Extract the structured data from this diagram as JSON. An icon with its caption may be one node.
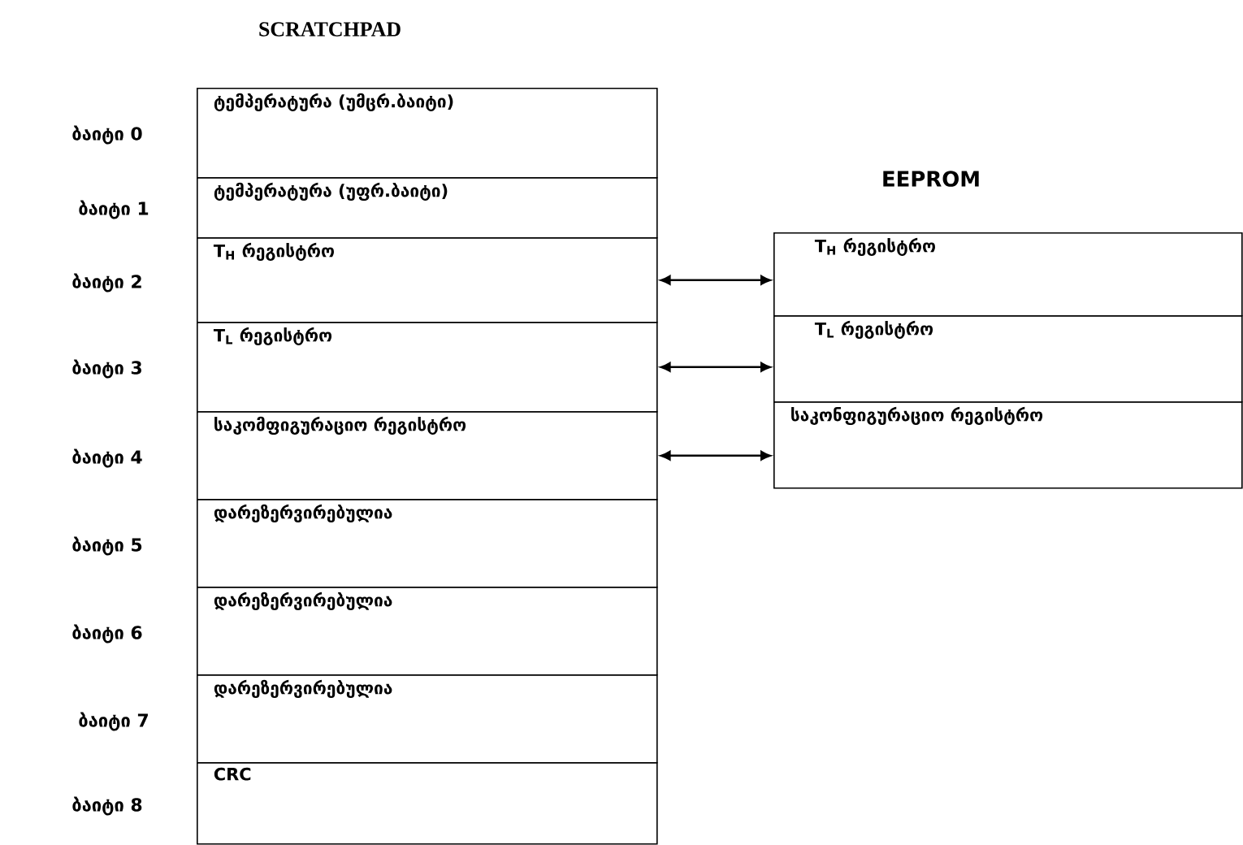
{
  "diagram": {
    "title": "SCRATCHPAD",
    "nodes": [
      {
        "text": [
          "ტემპერატურა (უმცრ.ბაიტი)"
        ],
        "beside": [
          "ბაიტი 0"
        ]
      },
      {
        "text": [
          "ტემპერატურა (უფრ.ბაიტი)"
        ],
        "beside": [
          "ბაიტი 1"
        ]
      },
      {
        "text": [
          "T$_{H}$ რეგისტრო"
        ],
        "beside": [
          "ბაიტი 2"
        ]
      },
      {
        "text": [
          "T$_{L}$ რეგისტრო"
        ],
        "beside": [
          "ბაიტი 3"
        ]
      },
      {
        "text": [
          "საკომფიგურაციო რეგისტრო"
        ],
        "beside": [
          "ბაიტი 4"
        ]
      },
      {
        "text": [
          "დარეზერვირებულია"
        ],
        "beside": [
          "ბაიტი 5"
        ]
      },
      {
        "text": [
          "დარეზერვირებულია"
        ],
        "beside": [
          "ბაიტი 6"
        ]
      },
      {
        "text": [
          "დარეზერვირებულია"
        ],
        "beside": [
          "ბაიტი 7"
        ]
      },
      {
        "text": [
          "CRC"
        ],
        "beside": [
          "ბაიტი 8"
        ]
      },
      {
        "text": [
          "T$_{H}$ რეგისტრო"
        ]
      },
      {
        "text": [
          "T$_{L}$ რეგისტრო"
        ]
      },
      {
        "text": [
          "საკონფიგურაციო რეგისტრო"
        ]
      }
    ],
    "edges": [
      {
        "from": 2,
        "to": 9,
        "arrow": "both"
      },
      {
        "from": 3,
        "to": 10,
        "arrow": "both"
      },
      {
        "from": 4,
        "to": 11,
        "arrow": "both"
      }
    ],
    "labels": [
      "EEPROM"
    ]
  }
}
